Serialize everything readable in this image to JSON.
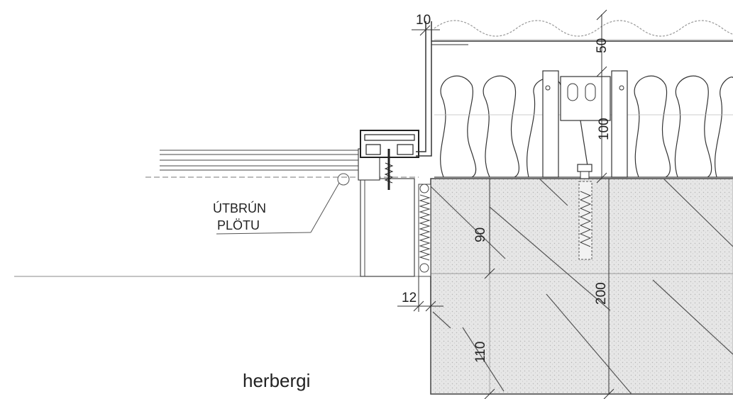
{
  "labels": {
    "edge_line1": "ÚTBRÚN",
    "edge_line2": "PLÖTU",
    "room": "herbergi"
  },
  "dimensions": {
    "d10": "10",
    "d50": "50",
    "d100": "100",
    "d90": "90",
    "d200": "200",
    "d12": "12",
    "d110": "110"
  }
}
